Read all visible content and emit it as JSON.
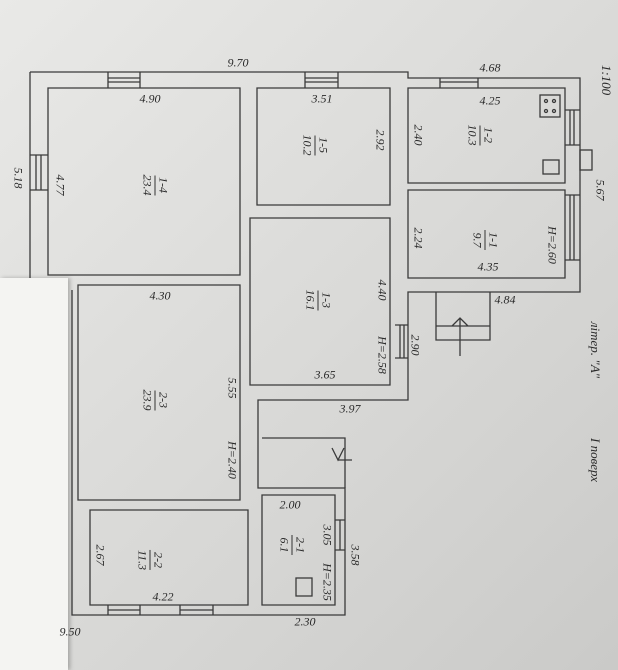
{
  "plan": {
    "scale": "1:100",
    "liter": "літер. \"А\"",
    "floor": "I поверх",
    "overall_dims": [
      "9.70",
      "4.68",
      "5.67",
      "5.18",
      "9.50",
      "4.84",
      "2.90",
      "3.97",
      "3.58",
      "2.30"
    ],
    "rooms": [
      {
        "id": "1-1",
        "area": "9.7",
        "dims": [
          "4.35",
          "2.24"
        ],
        "height": "H=2.60"
      },
      {
        "id": "1-2",
        "area": "10.3",
        "dims": [
          "4.25",
          "2.40"
        ]
      },
      {
        "id": "1-3",
        "area": "16.1",
        "dims": [
          "3.65",
          "4.40"
        ],
        "height": "H=2.58"
      },
      {
        "id": "1-4",
        "area": "23.4",
        "dims": [
          "4.90",
          "4.77"
        ]
      },
      {
        "id": "1-5",
        "area": "10.2",
        "dims": [
          "3.51",
          "2.92"
        ]
      },
      {
        "id": "2-1",
        "area": "6.1",
        "dims": [
          "2.00",
          "3.05"
        ],
        "height": "H=2.35"
      },
      {
        "id": "2-2",
        "area": "11.3",
        "dims": [
          "4.22",
          "2.67"
        ]
      },
      {
        "id": "2-3",
        "area": "23.9",
        "dims": [
          "4.30",
          "5.55"
        ],
        "height": "H=2.40"
      }
    ]
  }
}
